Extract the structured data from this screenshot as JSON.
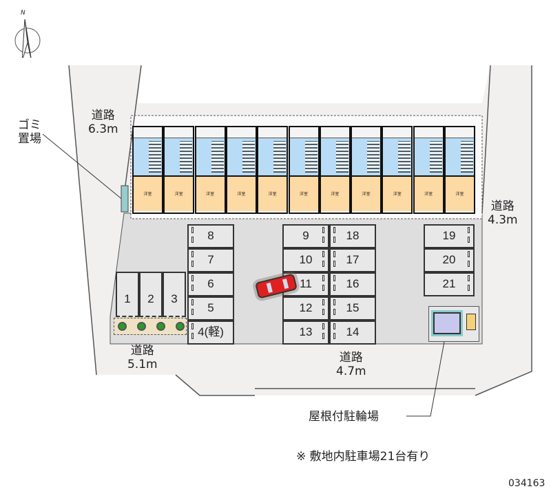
{
  "compass": {
    "north_label": "N"
  },
  "roads": {
    "north": {
      "label": "道路",
      "width": "6.3m"
    },
    "east": {
      "label": "道路",
      "width": "4.3m"
    },
    "southwest": {
      "label": "道路",
      "width": "5.1m"
    },
    "south": {
      "label": "道路",
      "width": "4.7m"
    }
  },
  "garbage": {
    "line1": "ゴミ",
    "line2": "置場"
  },
  "units": {
    "room_label": "洋室",
    "count": 11
  },
  "parking": {
    "left_block": [
      "8",
      "7",
      "6",
      "5",
      "4(軽)"
    ],
    "mid_left": [
      "9",
      "10",
      "11",
      "12",
      "13"
    ],
    "mid_right": [
      "18",
      "17",
      "16",
      "15",
      "14"
    ],
    "right_block": [
      "19",
      "20",
      "21"
    ],
    "small": [
      "1",
      "2",
      "3"
    ]
  },
  "bike_shelter": {
    "label": "屋根付駐輪場"
  },
  "note": "※ 敷地内駐車場21台有り",
  "id_code": "034163",
  "colors": {
    "lot": "#e0e0e0",
    "blue_rooms": "#b8dcf5",
    "orange_rooms": "#fdd9a3",
    "car": "#e02020"
  }
}
